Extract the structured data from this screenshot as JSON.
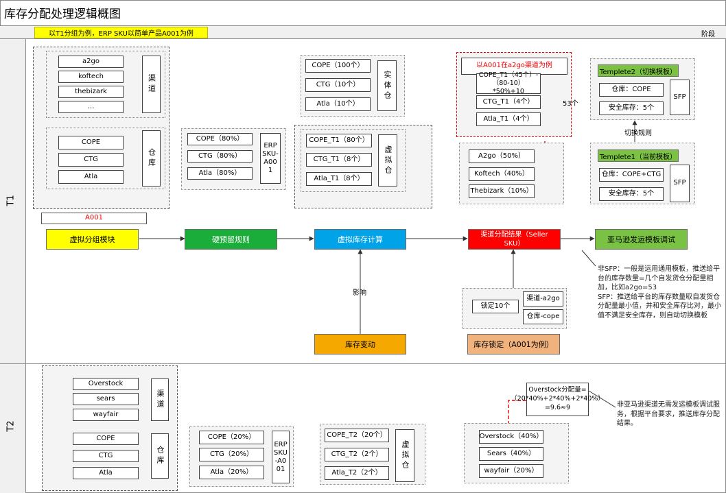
{
  "title": "库存分配处理逻辑概图",
  "header": {
    "example_note": "以T1分组为例，ERP SKU以简单产品A001为例",
    "stage": "阶段"
  },
  "rows": {
    "t1": "T1",
    "t2": "T2"
  },
  "t1": {
    "channels": [
      "a2go",
      "koftech",
      "thebizark",
      "…"
    ],
    "channel_label": "渠道",
    "warehouses": [
      "COPE",
      "CTG",
      "Atla"
    ],
    "warehouse_label": "仓库",
    "sku_box": "A001",
    "ratios": [
      "COPE（80%）",
      "CTG（80%）",
      "Atla（80%）"
    ],
    "erp_sku": "ERP SKU-A001",
    "physical": [
      "COPE（100个）",
      "CTG（10个）",
      "Atla（10个）"
    ],
    "physical_label": "实体仓",
    "virtual": [
      "COPE_T1（80个）",
      "CTG_T1（8个）",
      "Atla_T1（8个）"
    ],
    "virtual_label": "虚拟仓",
    "alloc_title": "以A001在a2go渠道为例",
    "alloc_items": [
      "COPE_T1（45个）-（80-10）*50%+10",
      "CTG_T1（4个）",
      "Atla_T1（4个）"
    ],
    "alloc_total": "53个",
    "channel_ratios": [
      "A2go（50%）",
      "Koftech（40%）",
      "Thebizark（10%）"
    ],
    "tpl2": {
      "title": "Templete2（切换模板）",
      "warehouse": "仓库：COPE",
      "safety": "安全库存：5个",
      "sfp": "SFP"
    },
    "switch_rule": "切换规则",
    "tpl1": {
      "title": "Templete1（当前模板）",
      "warehouse": "仓库：COPE+CTG",
      "safety": "安全库存：5个",
      "sfp": "SFP"
    },
    "modules": {
      "virtual_group": "虚拟分组模块",
      "hard_rule": "硬预留规则",
      "virtual_calc": "虚拟库存计算",
      "channel_result": "渠道分配结果（Seller SKU）",
      "amazon_tpl": "亚马逊发运模板调试"
    },
    "influence": "影响",
    "stock_change": "库存变动",
    "lock": {
      "qty": "锁定10个",
      "channel": "渠道-a2go",
      "warehouse": "仓库-cope",
      "module": "库存锁定（A001为例）"
    },
    "note": "非SFP：一般是运用通用模板，推送给平台的库存数量=几个自发货仓分配量相加，比如a2go=53\nSFP：推送给平台的库存数量取自发货仓分配量最小值，并和安全库存比对，最小值不满足安全库存，则自动切换模板"
  },
  "t2": {
    "channels": [
      "Overstock",
      "sears",
      "wayfair"
    ],
    "channel_label": "渠道",
    "warehouses": [
      "COPE",
      "CTG",
      "Atla"
    ],
    "warehouse_label": "仓库",
    "ratios": [
      "COPE（20%）",
      "CTG（20%）",
      "Atla（20%）"
    ],
    "erp_sku": "ERP SKU-A001",
    "virtual": [
      "COPE_T2（20个）",
      "CTG_T2（2个）",
      "Atla_T2（2个）"
    ],
    "virtual_label": "虚拟仓",
    "formula": "Overstock分配量=（20*40%+2*40%+2*40%）=9.6≈9",
    "channel_ratios": [
      "Overstock（40%）",
      "Sears（40%）",
      "wayfair（20%）"
    ],
    "note": "非亚马逊渠道无需发运模板调试服务，根据平台要求，推送库存分配结果。"
  },
  "colors": {
    "yellow": "#ffff00",
    "green": "#1aad3a",
    "blue": "#00a2e8",
    "red": "#ff0000",
    "olive": "#79c243",
    "orange": "#f5a800",
    "peach": "#f0b37e",
    "tpl_green": "#7cc242"
  }
}
